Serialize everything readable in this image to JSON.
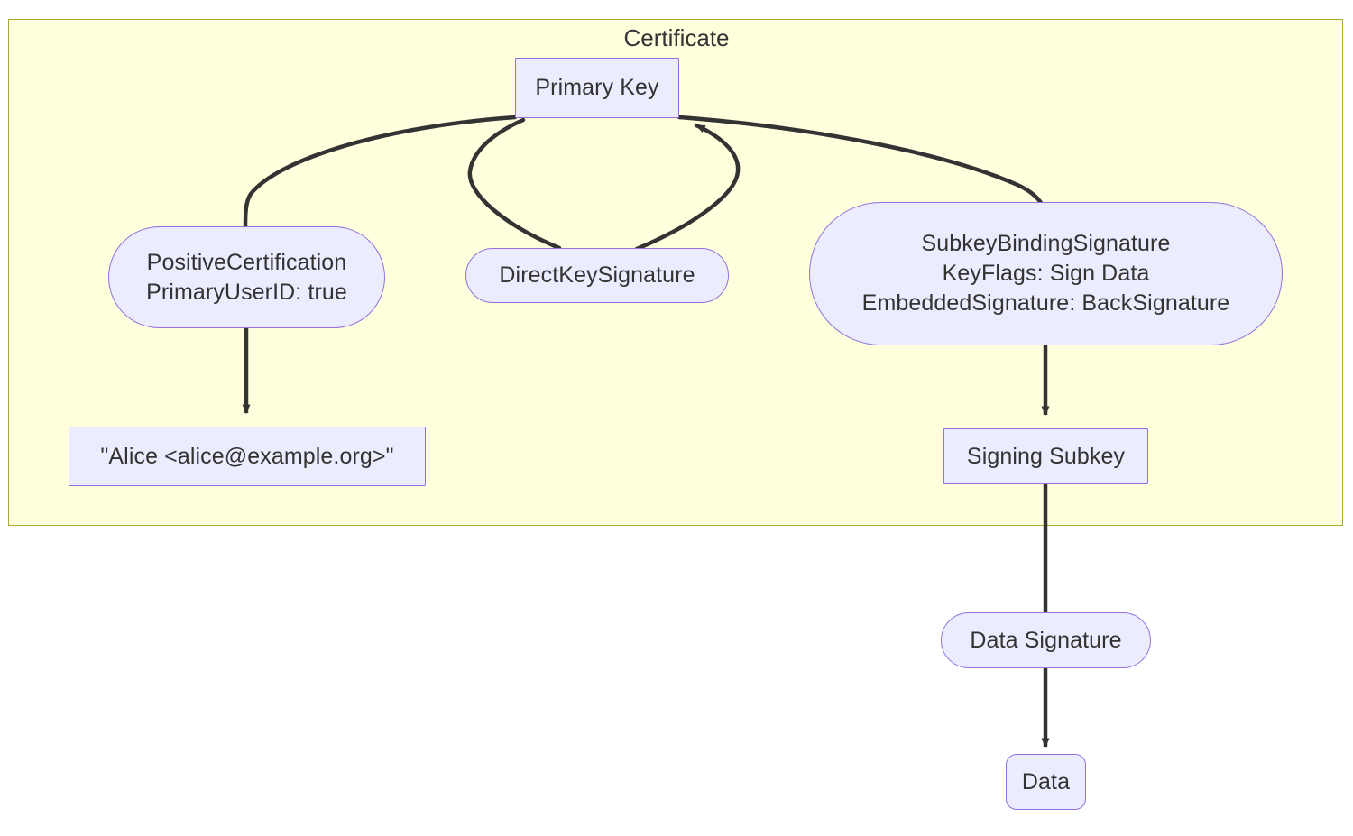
{
  "diagram": {
    "type": "flowchart",
    "title": "Certificate",
    "subgraph": {
      "label": "Certificate",
      "fill": "#ffffde",
      "stroke": "#aaaa33"
    },
    "theme": {
      "node_fill": "#ececff",
      "node_stroke": "#9370db",
      "edge_color": "#333333",
      "text_color": "#333333",
      "page_background": "#ffffff"
    },
    "nodes": [
      {
        "id": "primary-key",
        "label": "Primary Key",
        "shape": "rect",
        "in_subgraph": true
      },
      {
        "id": "positive-certification",
        "label": "PositiveCertification\nPrimaryUserID: true",
        "shape": "stadium",
        "in_subgraph": true
      },
      {
        "id": "direct-key-signature",
        "label": "DirectKeySignature",
        "shape": "stadium",
        "in_subgraph": true
      },
      {
        "id": "subkey-binding-signature",
        "label": "SubkeyBindingSignature\nKeyFlags: Sign Data\nEmbeddedSignature: BackSignature",
        "shape": "stadium",
        "in_subgraph": true
      },
      {
        "id": "user-id",
        "label": "\"Alice <alice@example.org>\"",
        "shape": "rect",
        "in_subgraph": true
      },
      {
        "id": "signing-subkey",
        "label": "Signing Subkey",
        "shape": "rect",
        "in_subgraph": true
      },
      {
        "id": "data-signature",
        "label": "Data Signature",
        "shape": "stadium",
        "in_subgraph": false
      },
      {
        "id": "data",
        "label": "Data",
        "shape": "round",
        "in_subgraph": false
      }
    ],
    "edges": [
      {
        "from": "primary-key",
        "to": "positive-certification",
        "arrow": false
      },
      {
        "from": "primary-key",
        "to": "direct-key-signature",
        "arrow": false
      },
      {
        "from": "direct-key-signature",
        "to": "primary-key",
        "arrow": true
      },
      {
        "from": "primary-key",
        "to": "subkey-binding-signature",
        "arrow": false
      },
      {
        "from": "positive-certification",
        "to": "user-id",
        "arrow": true
      },
      {
        "from": "subkey-binding-signature",
        "to": "signing-subkey",
        "arrow": true
      },
      {
        "from": "signing-subkey",
        "to": "data-signature",
        "arrow": false
      },
      {
        "from": "data-signature",
        "to": "data",
        "arrow": true
      }
    ]
  }
}
